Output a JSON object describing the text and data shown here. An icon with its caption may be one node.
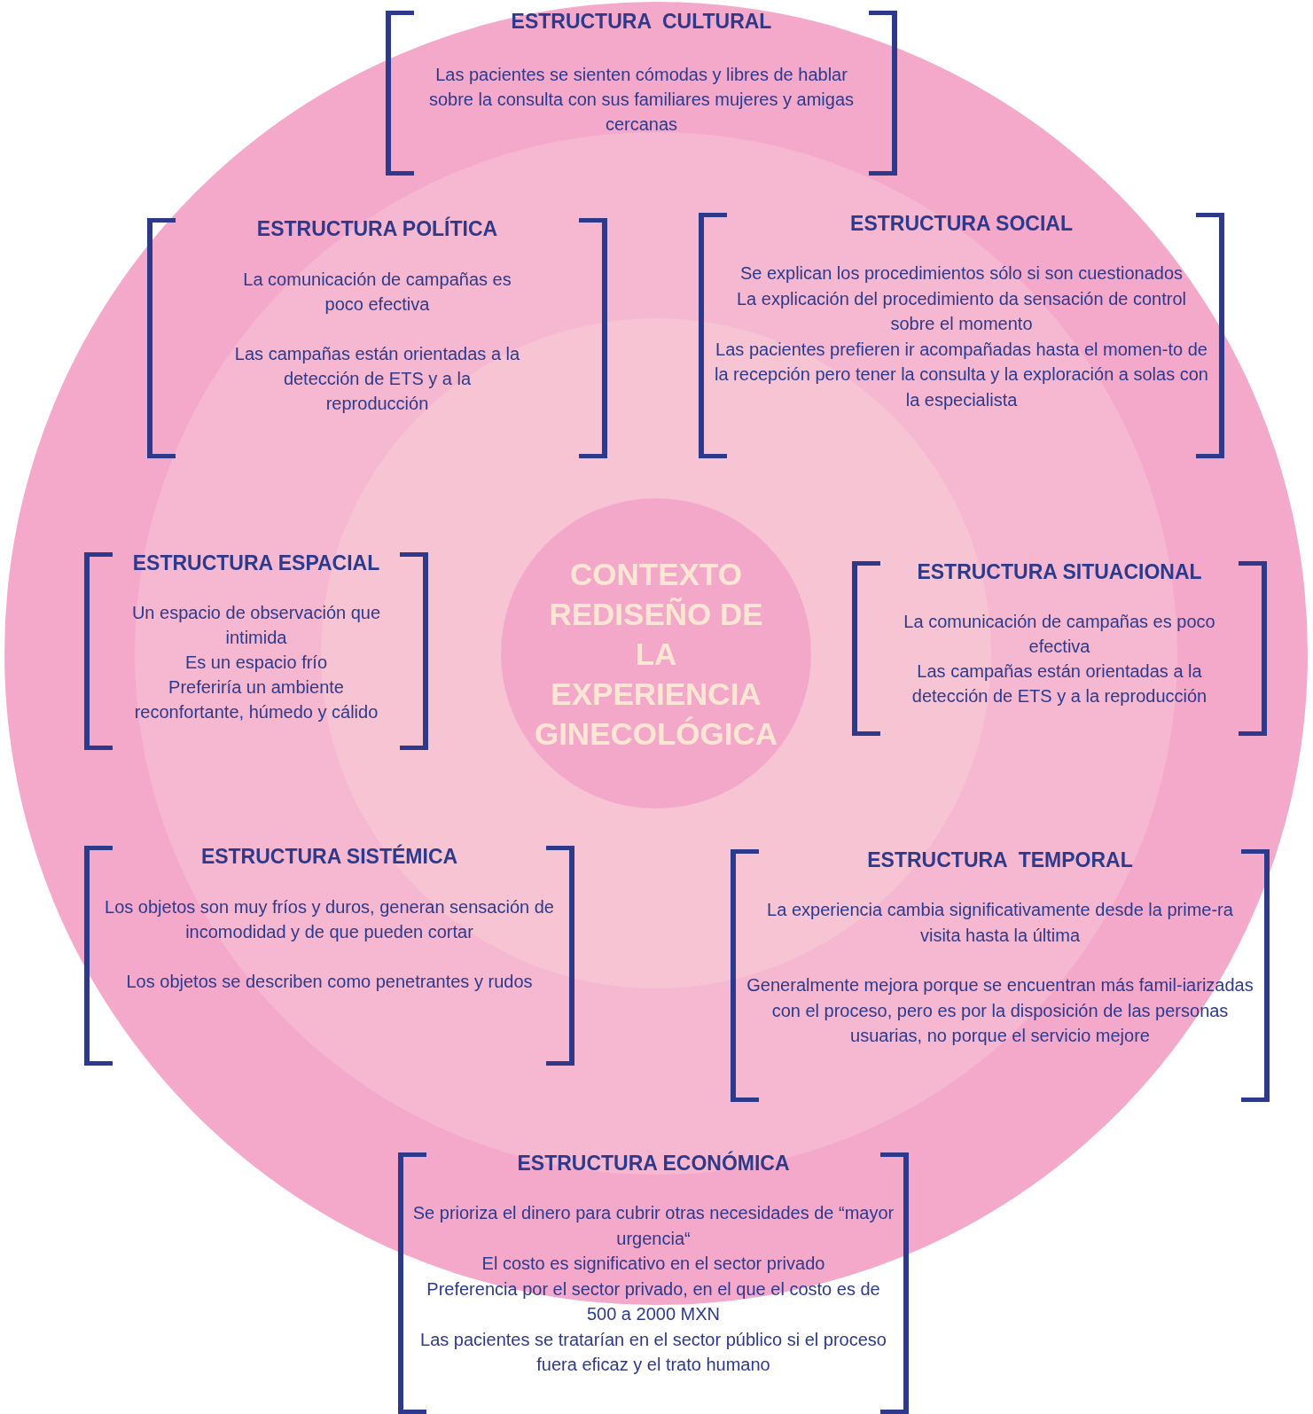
{
  "diagram": {
    "nodes": [
      {
        "text": [
          "CONTEXTO REDISEÑO DE LA EXPERIENCIA GINECOLÓGICA"
        ]
      },
      {
        "text": [
          "ESTRUCTURA  CULTURAL",
          "Las pacientes se sienten cómodas y libres de hablar sobre la consulta con sus familiares mujeres y amigas cercanas"
        ]
      },
      {
        "text": [
          "ESTRUCTURA POLÍTICA",
          "La comunicación de campañas es poco efectiva",
          "Las campañas están orientadas a la detección de ETS y a  la reproducción"
        ]
      },
      {
        "text": [
          "ESTRUCTURA SOCIAL",
          "Se explican los procedimientos sólo si son cuestionados",
          "La explicación del procedimiento da sensación de control sobre el momento",
          "Las pacientes prefieren ir acompañadas hasta el momen-to de la recepción pero tener la consulta y la exploración a solas con la especialista"
        ]
      },
      {
        "text": [
          "ESTRUCTURA ESPACIAL",
          "Un espacio de observación que intimida",
          "Es un espacio frío",
          "Preferiría un ambiente reconfortante, húmedo y cálido"
        ]
      },
      {
        "text": [
          "ESTRUCTURA SITUACIONAL",
          "La comunicación de campañas es poco efectiva",
          "Las campañas están orientadas a la detección de ETS y a  la reproducción"
        ]
      },
      {
        "text": [
          "ESTRUCTURA SISTÉMICA",
          "Los objetos son muy fríos y duros, generan sensación de incomodidad y de que pueden cortar",
          "Los objetos se describen como penetrantes y rudos"
        ]
      },
      {
        "text": [
          "ESTRUCTURA  TEMPORAL",
          "La experiencia cambia significativamente desde la prime-ra visita hasta la última",
          "Generalmente mejora porque se encuentran más famil-iarizadas con el proceso, pero es por la disposición de las personas usuarias, no porque el servicio mejore"
        ]
      },
      {
        "text": [
          "ESTRUCTURA ECONÓMICA",
          "Se prioriza el dinero para cubrir otras necesidades de “mayor urgencia“",
          "El costo es significativo en el sector privado",
          "Preferencia por el sector privado, en el que el costo es de 500 a 2000 MXN",
          "Las pacientes se tratarían en el sector público si el proceso fuera eficaz y el trato humano"
        ]
      }
    ],
    "edges": []
  }
}
